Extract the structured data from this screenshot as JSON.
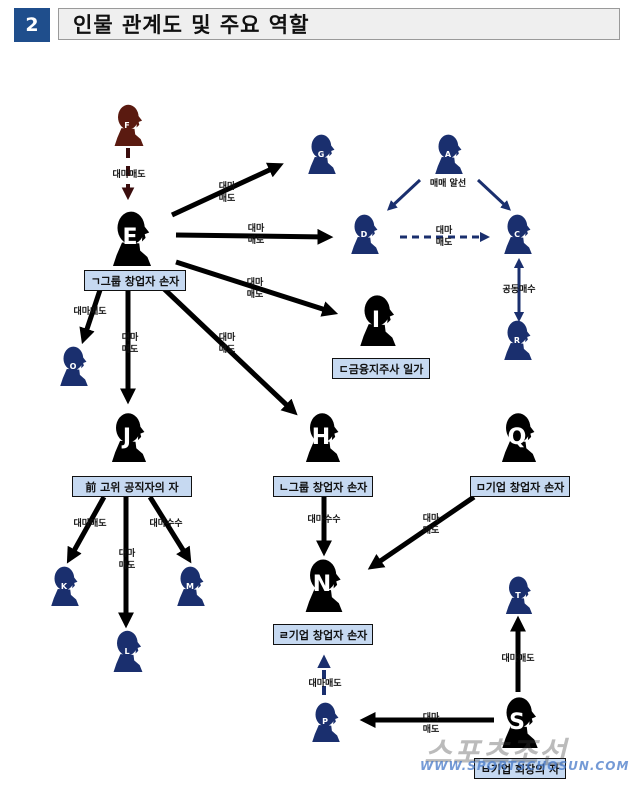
{
  "header": {
    "number": "2",
    "title": "인물 관계도 및 주요 역할"
  },
  "nodes": {
    "F": "F",
    "E": "E",
    "G": "G",
    "A": "A",
    "D": "D",
    "C": "C",
    "R": "R",
    "I": "I",
    "O": "O",
    "J": "J",
    "H": "H",
    "Q": "Q",
    "K": "K",
    "L": "L",
    "M": "M",
    "N": "N",
    "T": "T",
    "P": "P",
    "S": "S"
  },
  "roles": {
    "E": "ㄱ그룹 창업자 손자",
    "I": "ㄷ금융지주사 일가",
    "J": "前 고위 공직자의 자",
    "H": "ㄴ그룹 창업자 손자",
    "Q": "ㅁ기업 창업자 손자",
    "N": "ㄹ기업 창업자 손자",
    "S": "ㅂ기업 회장의 자"
  },
  "edges": {
    "f_e": "대마매도",
    "e_g": [
      "대마",
      "매도"
    ],
    "e_d": [
      "대마",
      "매도"
    ],
    "e_i": [
      "대마",
      "매도"
    ],
    "e_o": "대마매도",
    "e_j": [
      "대마",
      "매도"
    ],
    "e_h": [
      "대마",
      "매도"
    ],
    "a_dc": "매매 알선",
    "d_c": [
      "대마",
      "매도"
    ],
    "c_r": "공동매수",
    "j_k": "대마매도",
    "j_l": [
      "대마",
      "매도"
    ],
    "j_m": "대마수수",
    "h_n": "대마수수",
    "q_n": [
      "대마",
      "매도"
    ],
    "s_t": "대마매도",
    "s_p": [
      "대마",
      "매도"
    ],
    "p_n": "대마매도"
  },
  "watermark": {
    "brand": "스포츠조선",
    "url": "WWW.SPORTSCHOSUN.COM"
  },
  "colors": {
    "badge": "#1f4e8c",
    "person_blue": "#1a2f6e",
    "person_black": "#000000",
    "person_f": "#5a1a10",
    "label_bg": "#c6d9f1"
  }
}
